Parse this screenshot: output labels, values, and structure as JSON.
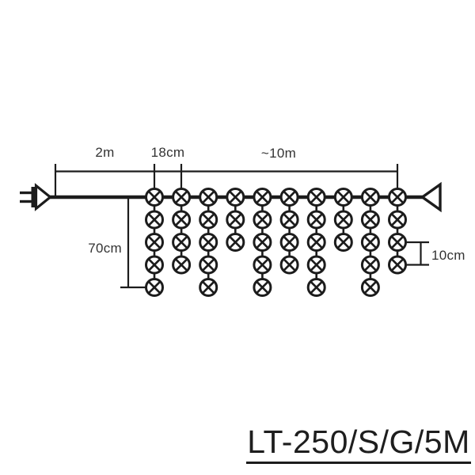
{
  "product_code": "LT-250/S/G/5M",
  "labels": {
    "lead_length": "2m",
    "drop_spacing": "18cm",
    "total_length": "~10m",
    "drop_length": "70cm",
    "bulb_spacing": "10cm"
  },
  "diagram": {
    "type": "icicle-curtain-string-light",
    "bulb_symbol": "circle-with-cross",
    "main_line_bulbs": 10,
    "drop_bulb_counts": [
      5,
      4,
      5,
      3,
      5,
      4,
      5,
      3,
      5,
      4
    ]
  },
  "colors": {
    "line": "#1c1c1c",
    "text": "#333333",
    "background": "#ffffff"
  }
}
